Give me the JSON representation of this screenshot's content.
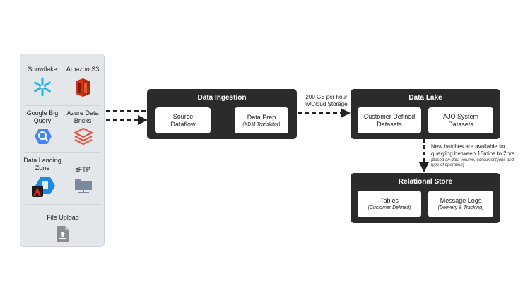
{
  "sources": {
    "items": [
      {
        "label": "Snowflake",
        "icon": "snowflake-icon"
      },
      {
        "label": "Amazon S3",
        "icon": "amazon-s3-icon"
      },
      {
        "label": "Google Big Query",
        "icon": "google-bigquery-icon"
      },
      {
        "label": "Azure Data Bricks",
        "icon": "azure-databricks-icon"
      },
      {
        "label": "Data Landing Zone",
        "icon": "data-landing-zone-icon"
      },
      {
        "label": "sFTP",
        "icon": "sftp-icon"
      },
      {
        "label": "File Upload",
        "icon": "file-upload-icon"
      }
    ]
  },
  "ingestion": {
    "title": "Data Ingestion",
    "source_dataflow": "Source Dataflow",
    "data_prep": "Data Prep",
    "data_prep_sub": "(XDM Translator)"
  },
  "transfer_note": {
    "line1": "200 GB per hour",
    "line2": "w/Cloud Storage"
  },
  "data_lake": {
    "title": "Data Lake",
    "customer_datasets": "Customer Defined Datasets",
    "ajo_datasets": "AJO System Datasets"
  },
  "batch_note": {
    "line1": "New batches are available for",
    "line2": "querying between 15mins to 2hrs",
    "small1": "(based on data volume, concurrent jobs and",
    "small2": "type of operation)"
  },
  "relational_store": {
    "title": "Relational Store",
    "tables": "Tables",
    "tables_sub": "(Customer Defined)",
    "message_logs": "Message Logs",
    "message_logs_sub": "(Delivery & Tracking)"
  },
  "colors": {
    "dark_box": "#2b2b2b",
    "panel": "#e4e7ea",
    "snowflake": "#29b5e8",
    "s3": "#d13212",
    "bigquery": "#4386fa",
    "databricks": "#e8523e",
    "azure": "#1e88e5",
    "adobe": "#e1251b",
    "sftp": "#7a8a9e",
    "upload": "#8c8c8c"
  }
}
